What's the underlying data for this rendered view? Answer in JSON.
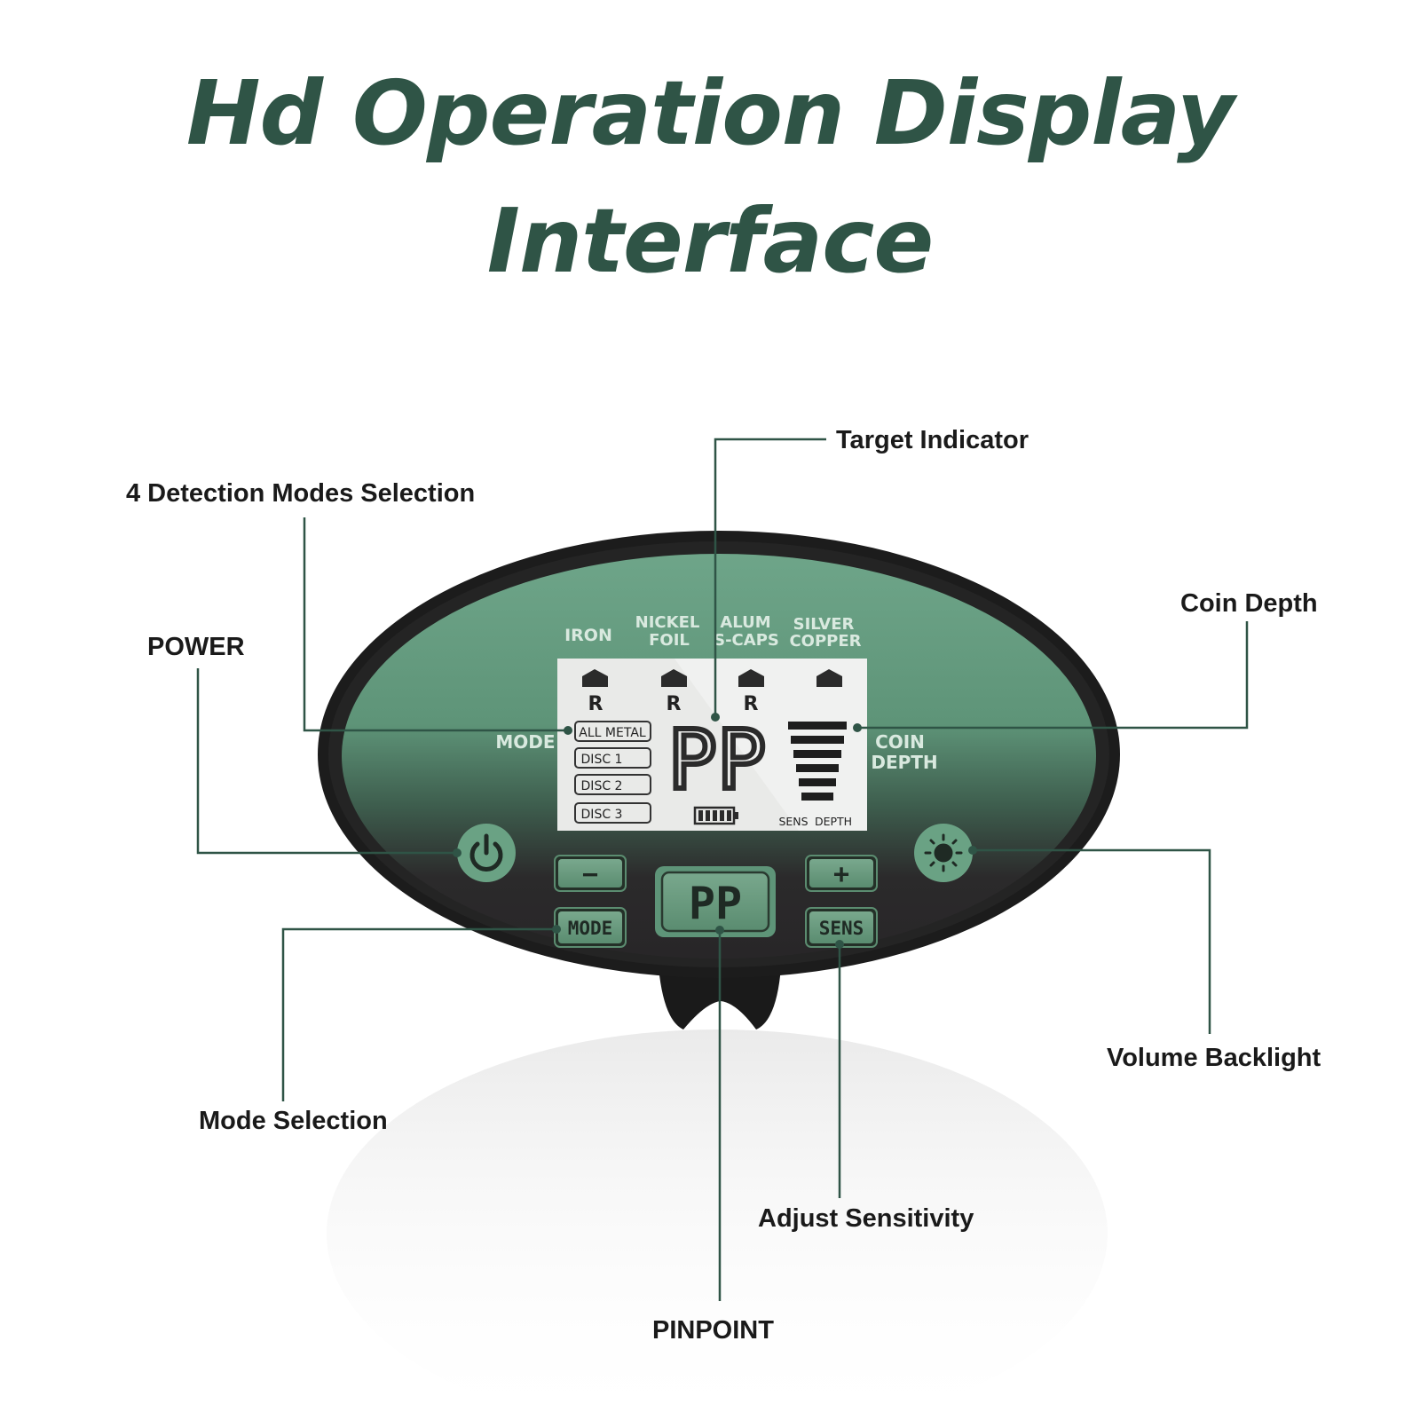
{
  "title": {
    "line1": "Hd Operation Display",
    "line2": "Interface"
  },
  "callouts": {
    "target_indicator": "Target Indicator",
    "detection_modes": "4 Detection Modes Selection",
    "coin_depth": "Coin Depth",
    "power": "POWER",
    "volume_backlight": "Volume Backlight",
    "mode_selection": "Mode Selection",
    "adjust_sensitivity": "Adjust Sensitivity",
    "pinpoint": "PINPOINT"
  },
  "panel": {
    "categories": [
      "IRON",
      "NICKEL",
      "FOIL",
      "ALUM",
      "S-CAPS",
      "SILVER",
      "COPPER"
    ],
    "mode_label": "MODE",
    "coin_label_1": "COIN",
    "coin_label_2": "DEPTH"
  },
  "lcd": {
    "r_marks": [
      "R",
      "R",
      "R"
    ],
    "modes": [
      "ALL METAL",
      "DISC 1",
      "DISC 2",
      "DISC 3"
    ],
    "digits": "PP",
    "sens_label": "SENS",
    "depth_label": "DEPTH"
  },
  "buttons": {
    "minus": "−",
    "plus": "+",
    "mode": "MODE",
    "pinpoint": "PP",
    "sens": "SENS"
  },
  "colors": {
    "title": "#2f5446",
    "panel_green": "#6aa284",
    "frame": "#1c1c1c",
    "leader": "#2f5446"
  }
}
